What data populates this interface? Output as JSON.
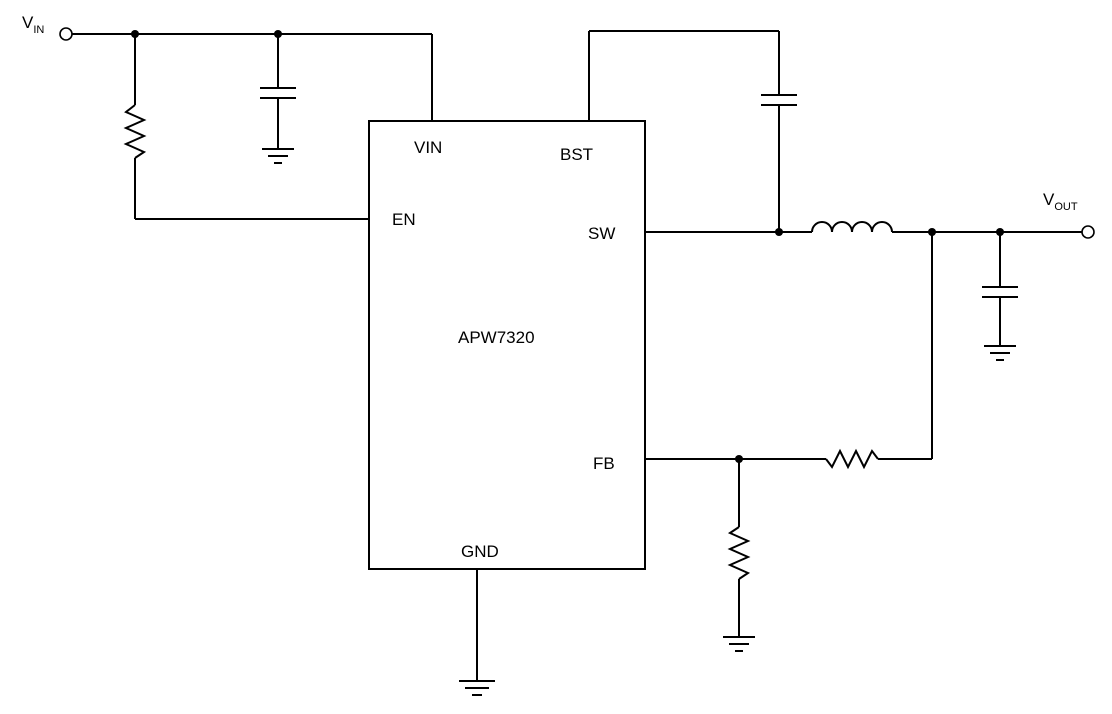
{
  "ic": {
    "name": "APW7320",
    "pins": {
      "vin": "VIN",
      "bst": "BST",
      "en": "EN",
      "sw": "SW",
      "fb": "FB",
      "gnd": "GND"
    }
  },
  "terminals": {
    "input": {
      "main": "V",
      "sub": "IN"
    },
    "output": {
      "main": "V",
      "sub": "OUT"
    }
  }
}
